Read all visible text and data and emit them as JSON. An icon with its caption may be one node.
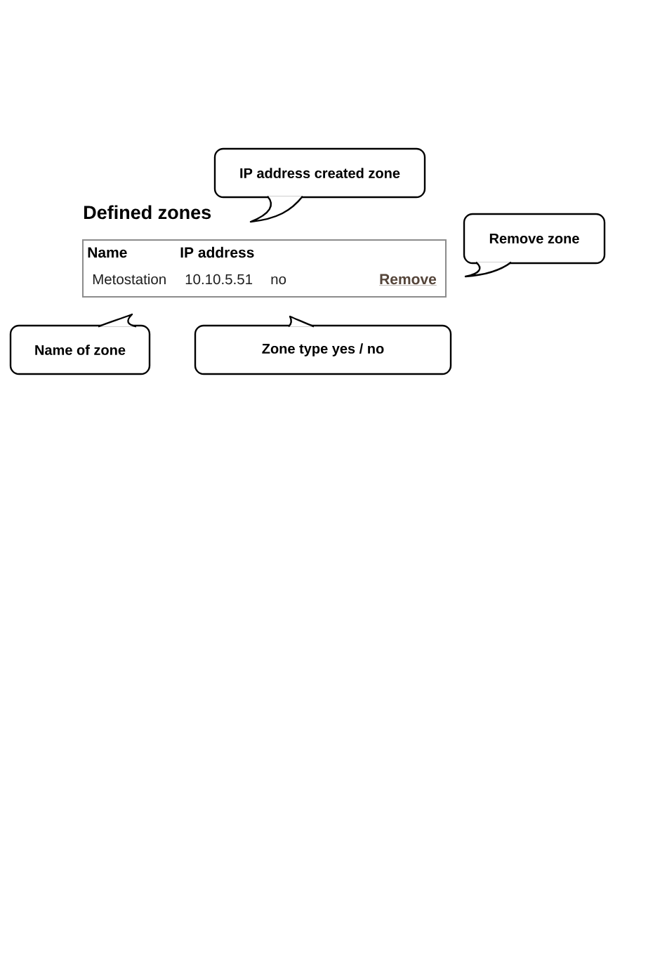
{
  "diagram": {
    "nodes": [
      {
        "text": [
          "IP address created zone"
        ]
      },
      {
        "text": [
          "Defined zones",
          "Name",
          "IP address",
          "Metostation",
          "10.10.5.51",
          "no",
          "Remove"
        ]
      },
      {
        "text": [
          "Remove zone"
        ]
      },
      {
        "text": [
          "Name of zone"
        ]
      },
      {
        "text": [
          "Zone type yes / no"
        ]
      }
    ]
  }
}
